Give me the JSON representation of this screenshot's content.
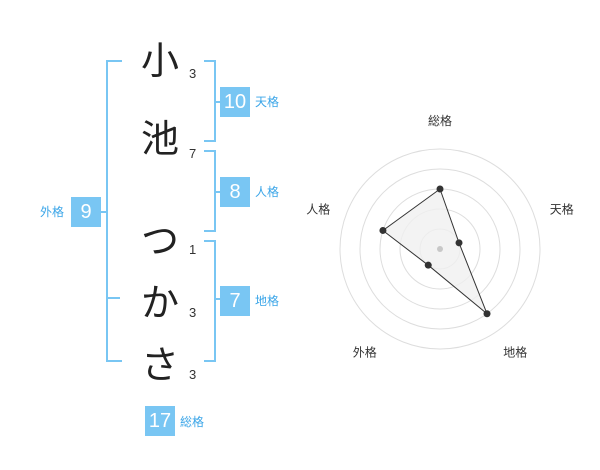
{
  "characters": [
    {
      "char": "小",
      "strokes": "3"
    },
    {
      "char": "池",
      "strokes": "7"
    },
    {
      "char": "つ",
      "strokes": "1"
    },
    {
      "char": "か",
      "strokes": "3"
    },
    {
      "char": "さ",
      "strokes": "3"
    }
  ],
  "fortunes": {
    "tenkaku": {
      "value": "10",
      "label": "天格"
    },
    "jinkaku": {
      "value": "8",
      "label": "人格"
    },
    "chikaku": {
      "value": "7",
      "label": "地格"
    },
    "gaikaku": {
      "value": "9",
      "label": "外格"
    },
    "soukaku": {
      "value": "17",
      "label": "総格"
    }
  },
  "colors": {
    "accent": "#79c6f3",
    "label_text": "#3aa5e8",
    "radar_fill": "#f0f0f0",
    "radar_line": "#333333"
  },
  "chart_data": {
    "type": "radar",
    "axes": [
      "総格",
      "天格",
      "地格",
      "外格",
      "人格"
    ],
    "values": [
      3,
      1,
      4,
      1,
      3
    ],
    "rlim": [
      0,
      5
    ],
    "grid": true
  }
}
